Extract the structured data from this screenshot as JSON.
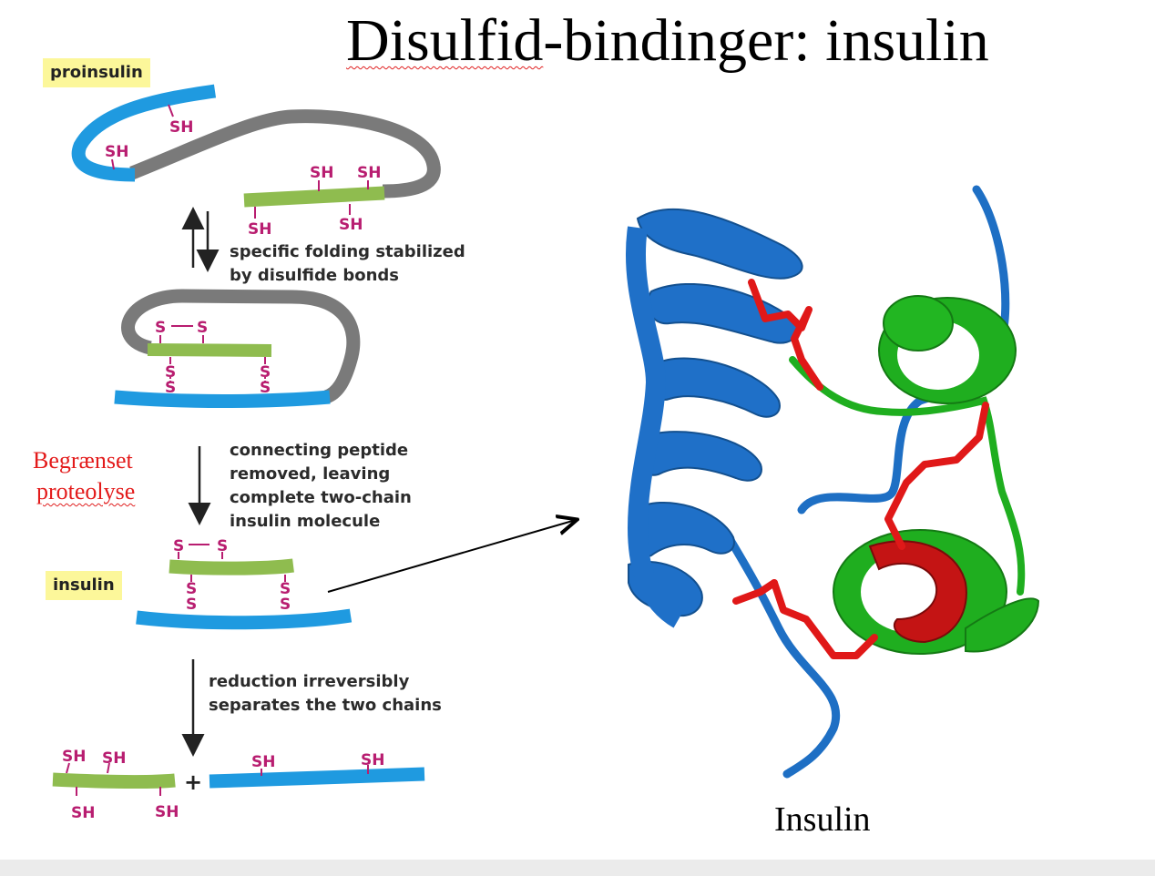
{
  "title": {
    "part1": "Disulfid",
    "part2": "-bindinger: insulin"
  },
  "labels": {
    "proinsulin": "proinsulin",
    "insulin": "insulin",
    "step1": "specific folding stabilized\nby disulfide bonds",
    "step2": "connecting peptide\nremoved, leaving\ncomplete two-chain\ninsulin molecule",
    "step3": "reduction irreversibly\nseparates the two chains",
    "proteolysis_line1": "Begrænset",
    "proteolysis_line2": "proteolyse",
    "structure_caption": "Insulin",
    "sh": "SH",
    "s": "S",
    "plus": "+"
  },
  "colors": {
    "a_chain": "#8fbc4f",
    "b_chain": "#1f9ae0",
    "c_peptide": "#7a7a7a",
    "sulfur": "#b81d70",
    "helix_blue": "#1e6fc4",
    "helix_green": "#1fae1f",
    "disulfide_red": "#e01818",
    "label_bg": "#fcf79a",
    "title_underline": "#e02020"
  },
  "icons": [
    "equilibrium-arrows-icon",
    "down-arrow-icon",
    "pointer-arrow-icon"
  ]
}
